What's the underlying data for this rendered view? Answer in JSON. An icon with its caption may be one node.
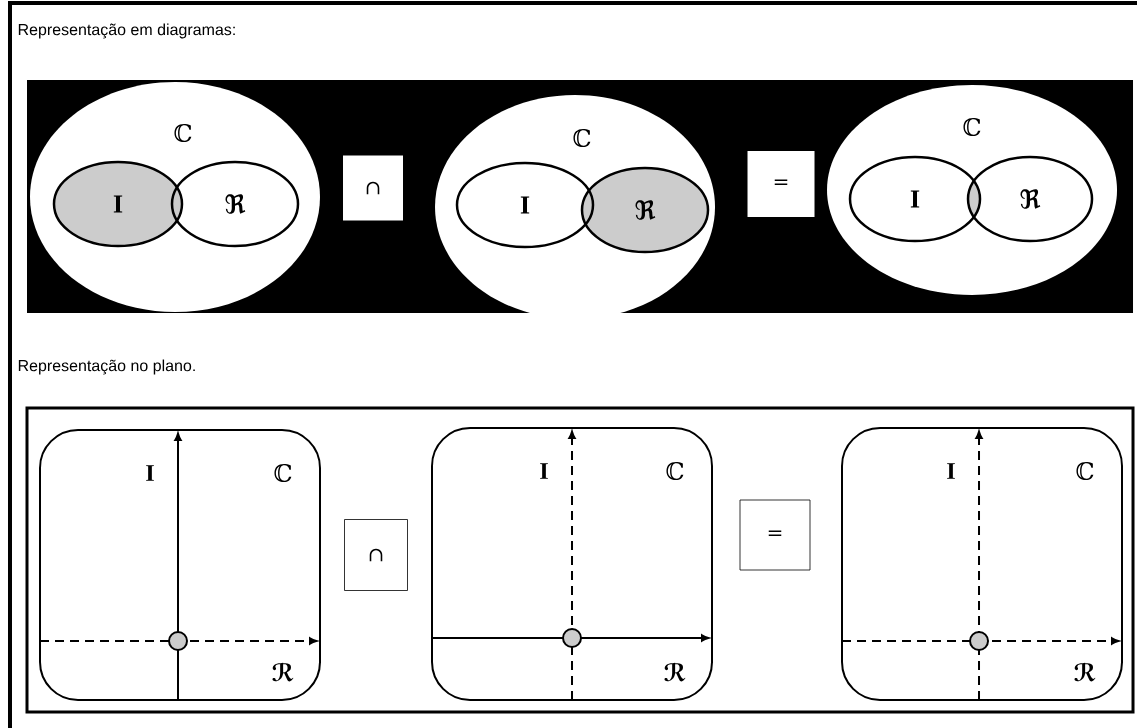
{
  "diagram": {
    "nodes": [
      {
        "text": [
          "ℂ"
        ]
      },
      {
        "text": [
          "I"
        ],
        "in": 0
      },
      {
        "text": [
          "ℜ"
        ],
        "in": 0
      },
      {
        "text": [
          "∩"
        ]
      },
      {
        "text": [
          "ℂ"
        ]
      },
      {
        "text": [
          "I"
        ],
        "in": 4
      },
      {
        "text": [
          "ℜ"
        ],
        "in": 4
      },
      {
        "text": [
          "="
        ]
      },
      {
        "text": [
          "ℂ"
        ]
      },
      {
        "text": [
          "I"
        ],
        "in": 8
      },
      {
        "text": [
          "ℜ"
        ],
        "in": 8
      },
      {
        "text": [
          "I",
          "ℂ",
          "ℛ"
        ]
      },
      {
        "text": [
          "∩"
        ]
      },
      {
        "text": [
          "I",
          "ℂ",
          "ℛ"
        ]
      },
      {
        "text": [
          "="
        ]
      },
      {
        "text": [
          "I",
          "ℂ",
          "ℛ"
        ]
      }
    ],
    "labels": [
      "Representação em diagramas:",
      "Representação no plano."
    ]
  }
}
